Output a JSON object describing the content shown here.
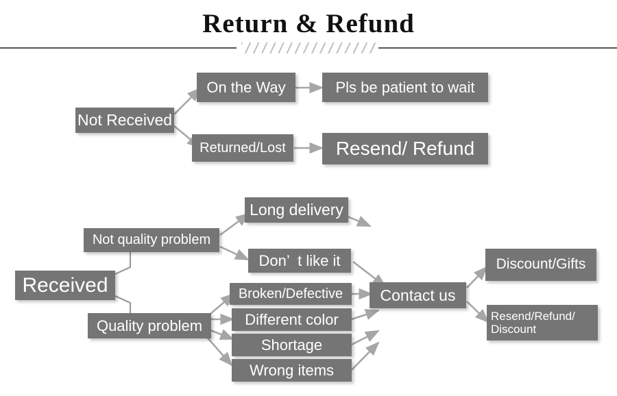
{
  "header": {
    "title": "Return & Refund",
    "divider_icon": "hatched-divider"
  },
  "theme": {
    "node_fill": "#757575",
    "node_text": "#ffffff",
    "arrow_color": "#a6a6a6",
    "rule_color": "#555555",
    "page_background": "#ffffff"
  },
  "diagram": {
    "type": "flowchart",
    "nodes": [
      {
        "id": "not-received",
        "label": "Not Received"
      },
      {
        "id": "on-the-way",
        "label": "On the Way"
      },
      {
        "id": "pls-be-patient",
        "label": "Pls be patient to wait"
      },
      {
        "id": "returned-lost",
        "label": "Returned/Lost"
      },
      {
        "id": "resend-refund",
        "label": "Resend/ Refund"
      },
      {
        "id": "received",
        "label": "Received"
      },
      {
        "id": "not-quality-problem",
        "label": "Not quality problem"
      },
      {
        "id": "quality-problem",
        "label": "Quality problem"
      },
      {
        "id": "long-delivery",
        "label": "Long delivery"
      },
      {
        "id": "dont-like-it",
        "label": "Don’  t like it"
      },
      {
        "id": "broken-defective",
        "label": "Broken/Defective"
      },
      {
        "id": "different-color",
        "label": "Different color"
      },
      {
        "id": "shortage",
        "label": "Shortage"
      },
      {
        "id": "wrong-items",
        "label": "Wrong items"
      },
      {
        "id": "contact-us",
        "label": "Contact us"
      },
      {
        "id": "discount-gifts",
        "label": "Discount/Gifts"
      },
      {
        "id": "resend-refund-discount",
        "label": "Resend/Refund/\nDiscount"
      }
    ],
    "edges": [
      {
        "from": "not-received",
        "to": "on-the-way"
      },
      {
        "from": "not-received",
        "to": "returned-lost"
      },
      {
        "from": "on-the-way",
        "to": "pls-be-patient"
      },
      {
        "from": "returned-lost",
        "to": "resend-refund"
      },
      {
        "from": "received",
        "to": "not-quality-problem"
      },
      {
        "from": "received",
        "to": "quality-problem"
      },
      {
        "from": "not-quality-problem",
        "to": "long-delivery"
      },
      {
        "from": "not-quality-problem",
        "to": "dont-like-it"
      },
      {
        "from": "quality-problem",
        "to": "broken-defective"
      },
      {
        "from": "quality-problem",
        "to": "different-color"
      },
      {
        "from": "quality-problem",
        "to": "shortage"
      },
      {
        "from": "quality-problem",
        "to": "wrong-items"
      },
      {
        "from": "long-delivery",
        "to": "contact-us"
      },
      {
        "from": "dont-like-it",
        "to": "contact-us"
      },
      {
        "from": "broken-defective",
        "to": "contact-us"
      },
      {
        "from": "different-color",
        "to": "contact-us"
      },
      {
        "from": "shortage",
        "to": "contact-us"
      },
      {
        "from": "wrong-items",
        "to": "contact-us"
      },
      {
        "from": "contact-us",
        "to": "discount-gifts"
      },
      {
        "from": "contact-us",
        "to": "resend-refund-discount"
      }
    ]
  }
}
